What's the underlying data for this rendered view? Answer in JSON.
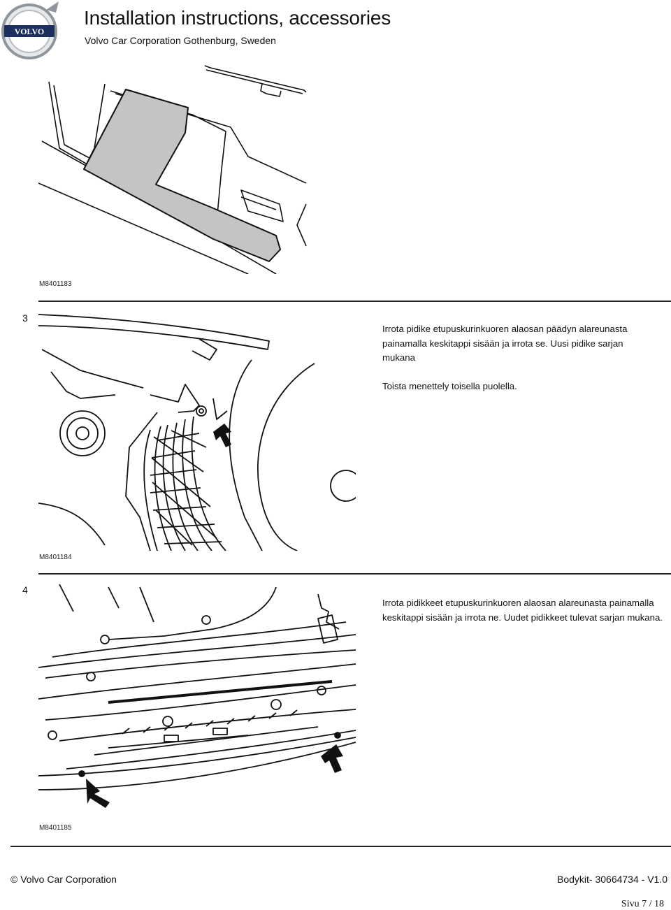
{
  "header": {
    "title": "Installation instructions, accessories",
    "subtitle": "Volvo Car Corporation Gothenburg, Sweden",
    "logo_text": "VOLVO"
  },
  "figures": [
    {
      "code": "M8401183"
    },
    {
      "code": "M8401184"
    },
    {
      "code": "M8401185"
    }
  ],
  "steps": [
    {
      "number": "3",
      "paragraphs": [
        "Irrota pidike etupuskurinkuoren alaosan päädyn alareunasta painamalla keskitappi sisään ja irrota se. Uusi pidike sarjan mukana",
        "Toista menettely toisella puolella."
      ]
    },
    {
      "number": "4",
      "paragraphs": [
        "Irrota pidikkeet etupuskurinkuoren alaosan alareunasta painamalla keskitappi sisään ja irrota ne. Uudet pidikkeet tulevat sarjan mukana."
      ]
    }
  ],
  "footer": {
    "copyright": "© Volvo Car Corporation",
    "doc_id": "Bodykit- 30664734 - V1.0",
    "page": "Sivu 7 / 18"
  },
  "colors": {
    "text": "#111111",
    "shaded_part": "#c4c4c4",
    "logo_gray": "#9aa0a6",
    "logo_navy": "#1c2f5e"
  }
}
